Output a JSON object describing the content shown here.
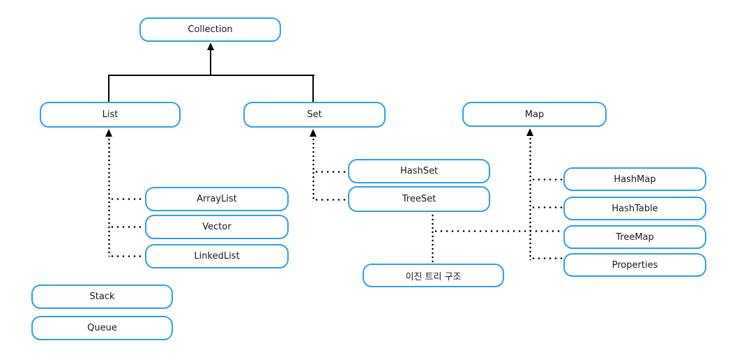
{
  "diagram": {
    "type": "hierarchy",
    "subject": "Java Collection framework class hierarchy",
    "colors": {
      "node_border": "#2d9ff0",
      "line": "#000000",
      "text": "#1a1a1a",
      "background": "#ffffff"
    },
    "nodes": {
      "collection": {
        "label": "Collection"
      },
      "list": {
        "label": "List"
      },
      "set": {
        "label": "Set"
      },
      "map": {
        "label": "Map"
      },
      "arraylist": {
        "label": "ArrayList"
      },
      "vector": {
        "label": "Vector"
      },
      "linkedlist": {
        "label": "LinkedList"
      },
      "hashset": {
        "label": "HashSet"
      },
      "treeset": {
        "label": "TreeSet"
      },
      "binary_tree": {
        "label": "이진 트리 구조"
      },
      "hashmap": {
        "label": "HashMap"
      },
      "hashtable": {
        "label": "HashTable"
      },
      "treemap": {
        "label": "TreeMap"
      },
      "properties": {
        "label": "Properties"
      },
      "stack": {
        "label": "Stack"
      },
      "queue": {
        "label": "Queue"
      }
    },
    "edges": [
      {
        "from": "List",
        "to": "Collection",
        "style": "solid-arrow"
      },
      {
        "from": "Set",
        "to": "Collection",
        "style": "solid-arrow"
      },
      {
        "from": "ArrayList",
        "to": "List",
        "style": "dotted-arrow"
      },
      {
        "from": "Vector",
        "to": "List",
        "style": "dotted-arrow"
      },
      {
        "from": "LinkedList",
        "to": "List",
        "style": "dotted-arrow"
      },
      {
        "from": "HashSet",
        "to": "Set",
        "style": "dotted-arrow"
      },
      {
        "from": "TreeSet",
        "to": "Set",
        "style": "dotted-arrow"
      },
      {
        "from": "TreeSet",
        "to": "이진 트리 구조",
        "style": "dotted"
      },
      {
        "from": "TreeMap",
        "to": "이진 트리 구조",
        "style": "dotted"
      },
      {
        "from": "HashMap",
        "to": "Map",
        "style": "dotted-arrow"
      },
      {
        "from": "HashTable",
        "to": "Map",
        "style": "dotted-arrow"
      },
      {
        "from": "TreeMap",
        "to": "Map",
        "style": "dotted-arrow"
      },
      {
        "from": "Properties",
        "to": "Map",
        "style": "dotted-arrow"
      }
    ]
  }
}
